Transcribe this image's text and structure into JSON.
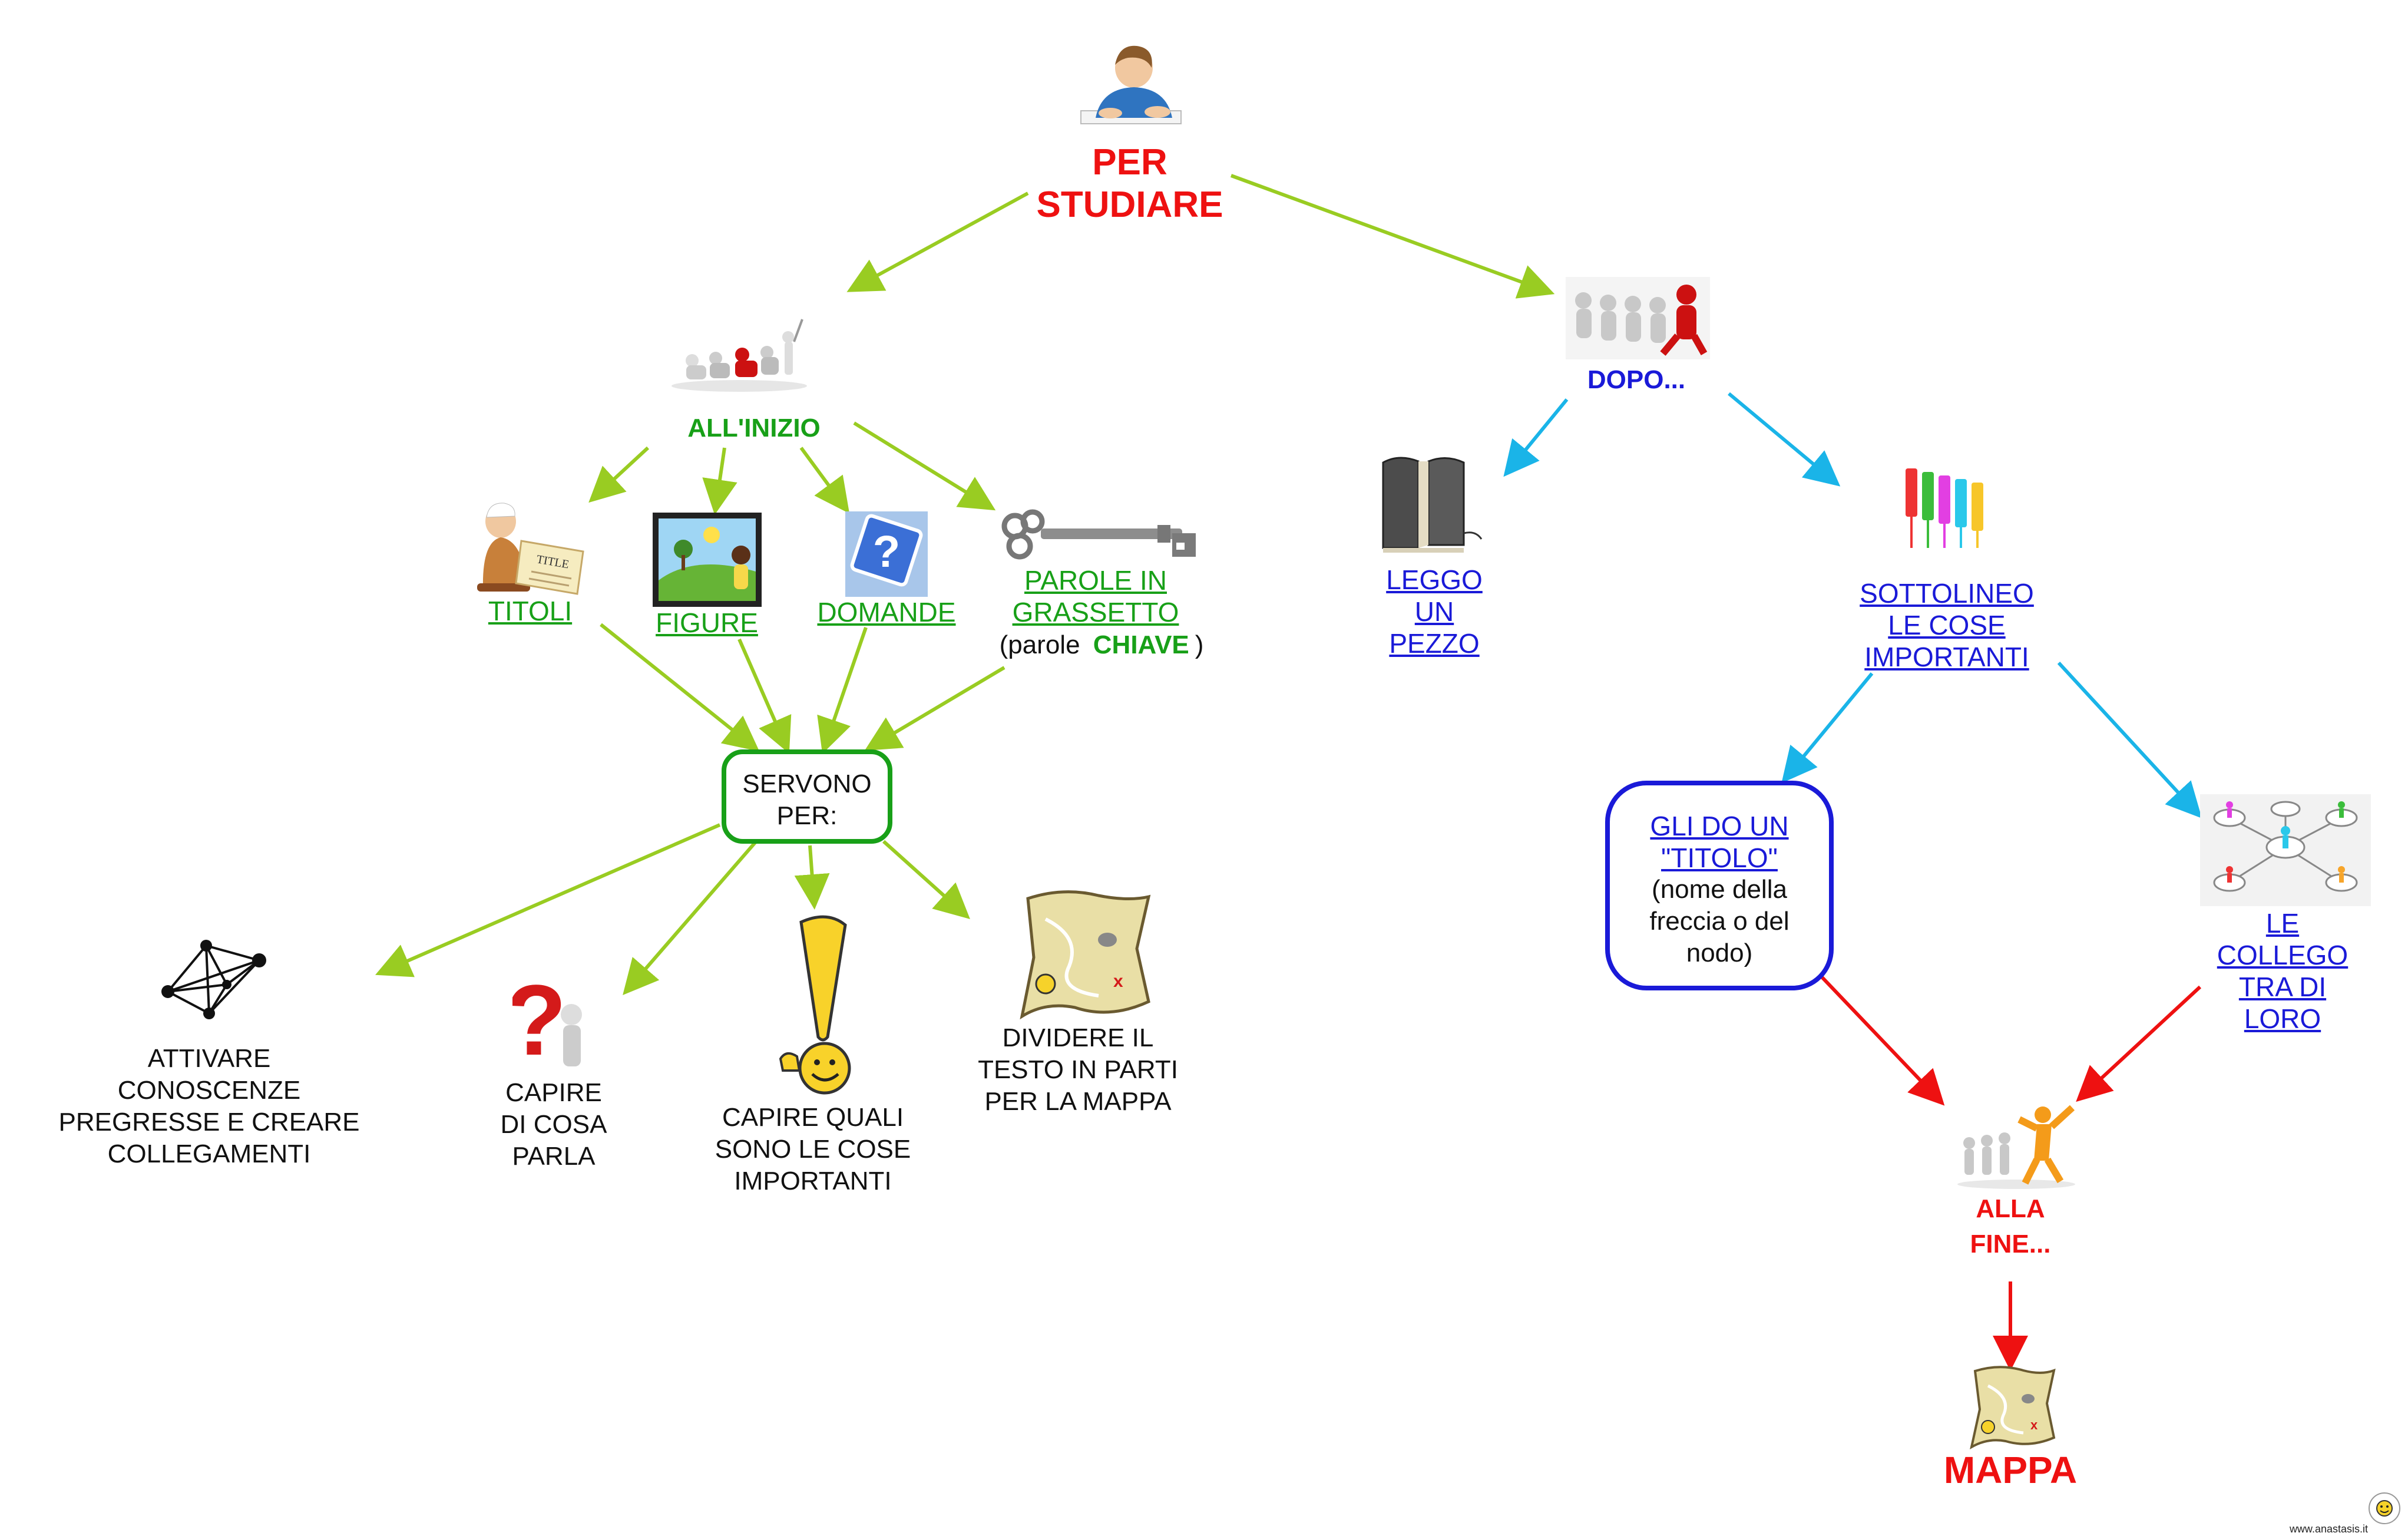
{
  "root": {
    "line1": "PER",
    "line2": "STUDIARE"
  },
  "left_branch": {
    "label": "ALL'INIZIO",
    "items": {
      "titoli": "TITOLI",
      "figure": "FIGURE",
      "domande": "DOMANDE",
      "parole_line1": "PAROLE IN",
      "parole_line2": "GRASSETTO",
      "parole_note_open": "(parole",
      "parole_note_key": "CHIAVE",
      "parole_note_close": ")"
    },
    "servono": {
      "line1": "SERVONO",
      "line2": "PER:"
    },
    "outcomes": {
      "attivare": [
        "ATTIVARE",
        "CONOSCENZE",
        "PREGRESSE E CREARE",
        "COLLEGAMENTI"
      ],
      "capire_cosa": [
        "CAPIRE",
        "DI COSA",
        "PARLA"
      ],
      "capire_quali": [
        "CAPIRE QUALI",
        "SONO LE COSE",
        "IMPORTANTI"
      ],
      "dividere": [
        "DIVIDERE IL",
        "TESTO IN PARTI",
        "PER LA MAPPA"
      ]
    }
  },
  "right_branch": {
    "label": "DOPO...",
    "leggo": [
      "LEGGO",
      "UN",
      "PEZZO"
    ],
    "sottolineo": [
      "SOTTOLINEO",
      "LE COSE",
      "IMPORTANTI"
    ],
    "titolo": {
      "link1": "GLI DO UN",
      "link2": "\"TITOLO\"",
      "note": [
        "(nome della",
        "freccia o del",
        "nodo)"
      ]
    },
    "collego": [
      "LE",
      "COLLEGO",
      "TRA DI",
      "LORO"
    ],
    "alla_fine": {
      "line1": "ALLA",
      "line2": "FINE..."
    },
    "mappa": "MAPPA"
  },
  "footer": {
    "site": "www.anastasis.it"
  },
  "colors": {
    "green": "#99cc22",
    "cyan": "#1ab4e8",
    "red": "#ee1111",
    "blue": "#1a1ad8",
    "label_green": "#18a018"
  }
}
